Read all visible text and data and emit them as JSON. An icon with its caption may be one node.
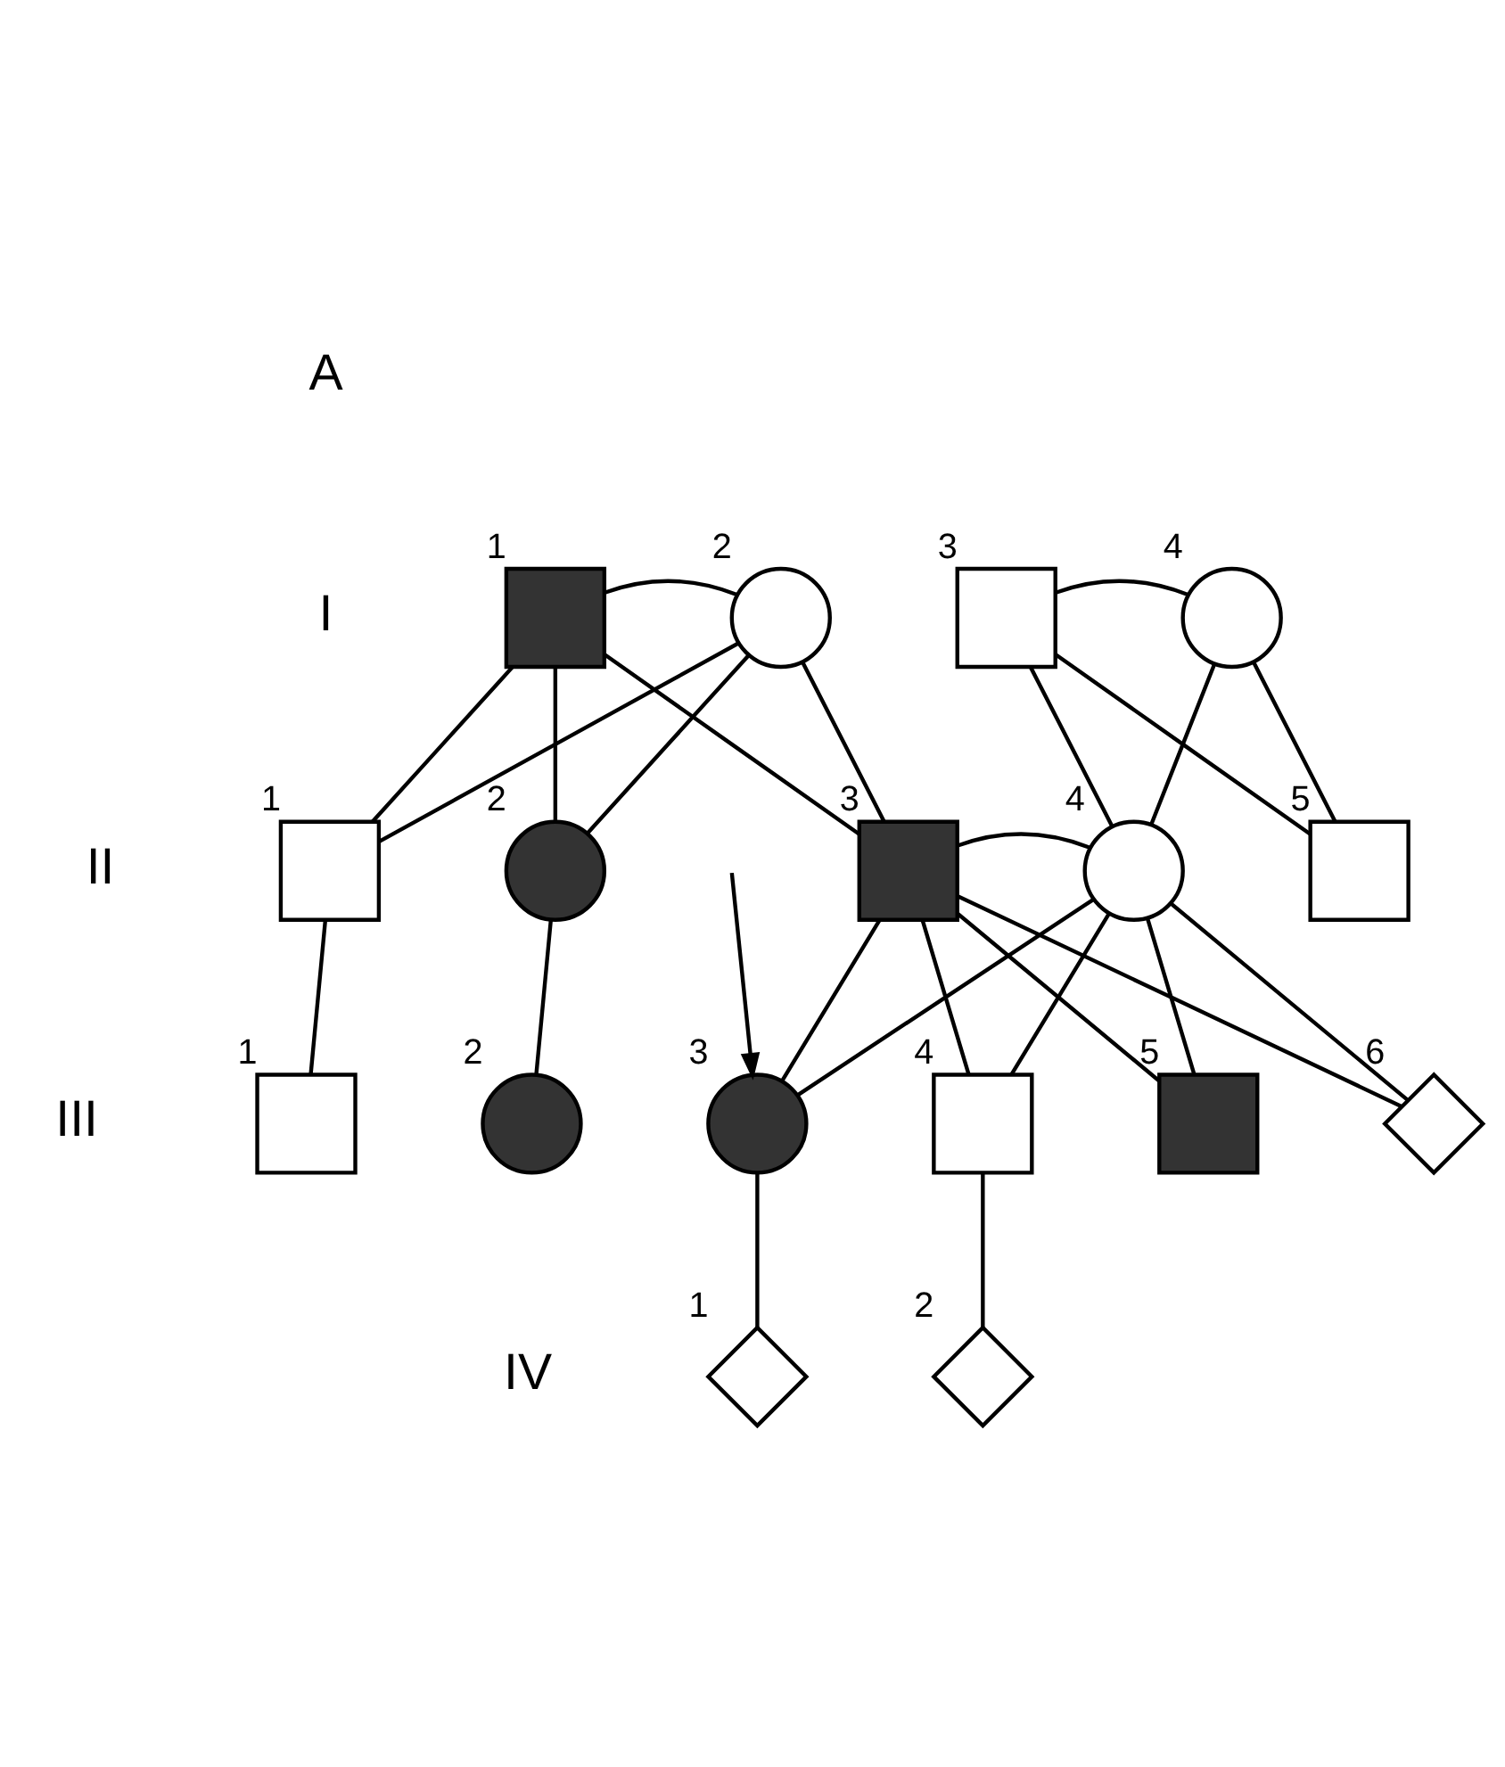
{
  "diagram": {
    "nodes": [
      {
        "text": [],
        "shape": "box",
        "beside": [
          "1"
        ]
      },
      {
        "text": [],
        "shape": "circle",
        "beside": [
          "2"
        ]
      },
      {
        "text": [],
        "shape": "box",
        "beside": [
          "3"
        ]
      },
      {
        "text": [],
        "shape": "circle",
        "beside": [
          "4"
        ]
      },
      {
        "text": [],
        "shape": "box",
        "beside": [
          "1"
        ]
      },
      {
        "text": [],
        "shape": "circle",
        "beside": [
          "2"
        ]
      },
      {
        "text": [],
        "shape": "box",
        "beside": [
          "3"
        ]
      },
      {
        "text": [],
        "shape": "circle",
        "beside": [
          "4"
        ]
      },
      {
        "text": [],
        "shape": "box",
        "beside": [
          "5"
        ]
      },
      {
        "text": [],
        "shape": "box",
        "beside": [
          "1"
        ]
      },
      {
        "text": [],
        "shape": "circle",
        "beside": [
          "2"
        ]
      },
      {
        "text": [],
        "shape": "circle",
        "beside": [
          "3"
        ]
      },
      {
        "text": [],
        "shape": "box",
        "beside": [
          "4"
        ]
      },
      {
        "text": [],
        "shape": "box",
        "beside": [
          "5"
        ]
      },
      {
        "text": [],
        "shape": "diamond",
        "beside": [
          "6"
        ]
      },
      {
        "text": [],
        "shape": "diamond",
        "beside": [
          "1"
        ]
      },
      {
        "text": [],
        "shape": "diamond",
        "beside": [
          "2"
        ]
      }
    ],
    "edges": [
      {
        "from": 0,
        "to": 1,
        "arrow": "none"
      },
      {
        "from": 2,
        "to": 3,
        "arrow": "none"
      },
      {
        "from": 0,
        "to": 4,
        "arrow": "none"
      },
      {
        "from": 1,
        "to": 4,
        "arrow": "none"
      },
      {
        "from": 0,
        "to": 5,
        "arrow": "none"
      },
      {
        "from": 1,
        "to": 5,
        "arrow": "none"
      },
      {
        "from": 0,
        "to": 6,
        "arrow": "none"
      },
      {
        "from": 1,
        "to": 6,
        "arrow": "none"
      },
      {
        "from": 2,
        "to": 7,
        "arrow": "none"
      },
      {
        "from": 3,
        "to": 7,
        "arrow": "none"
      },
      {
        "from": 2,
        "to": 8,
        "arrow": "none"
      },
      {
        "from": 3,
        "to": 8,
        "arrow": "none"
      },
      {
        "from": 6,
        "to": 7,
        "arrow": "none"
      },
      {
        "from": 4,
        "to": 9,
        "arrow": "none"
      },
      {
        "from": 5,
        "to": 10,
        "arrow": "none"
      },
      {
        "from": 6,
        "to": 11,
        "arrow": "none"
      },
      {
        "from": 7,
        "to": 11,
        "arrow": "none"
      },
      {
        "from": 6,
        "to": 12,
        "arrow": "none"
      },
      {
        "from": 7,
        "to": 12,
        "arrow": "none"
      },
      {
        "from": 6,
        "to": 13,
        "arrow": "none"
      },
      {
        "from": 7,
        "to": 13,
        "arrow": "none"
      },
      {
        "from": 6,
        "to": 14,
        "arrow": "none"
      },
      {
        "from": 7,
        "to": 14,
        "arrow": "none"
      },
      {
        "from": null,
        "to": 11,
        "arrow": "to"
      },
      {
        "from": 11,
        "to": 15,
        "arrow": "none"
      },
      {
        "from": 12,
        "to": 16,
        "arrow": "none"
      }
    ],
    "labels": [
      "A",
      "I",
      "II",
      "III",
      "IV"
    ]
  }
}
